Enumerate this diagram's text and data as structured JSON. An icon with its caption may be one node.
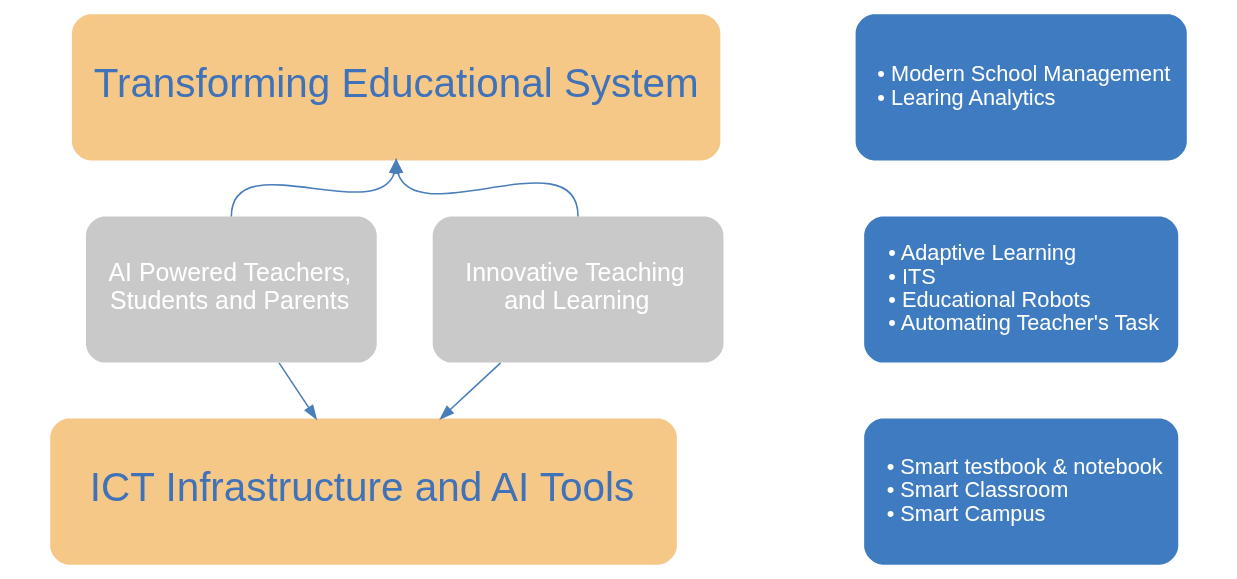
{
  "diagram": {
    "nodes": [
      {
        "text": [
          "Transforming Educational System"
        ]
      },
      {
        "text": [
          "• Modern School Management",
          "• Learing Analytics"
        ]
      },
      {
        "text": [
          "AI Powered Teachers, Students and Parents"
        ]
      },
      {
        "text": [
          "Innovative Teaching and Learning"
        ]
      },
      {
        "text": [
          "• Adaptive Learning",
          "• ITS",
          "• Educational Robots",
          "• Automating Teacher's Task"
        ]
      },
      {
        "text": [
          "ICT Infrastructure and AI Tools"
        ]
      },
      {
        "text": [
          "• Smart testbook & notebook",
          "• Smart Classroom",
          "• Smart Campus"
        ]
      }
    ],
    "edges": [
      {
        "from": 2,
        "to": 0,
        "arrow": "to"
      },
      {
        "from": 3,
        "to": 0,
        "arrow": "to"
      },
      {
        "from": 2,
        "to": 5,
        "arrow": "to"
      },
      {
        "from": 3,
        "to": 5,
        "arrow": "to"
      }
    ]
  }
}
